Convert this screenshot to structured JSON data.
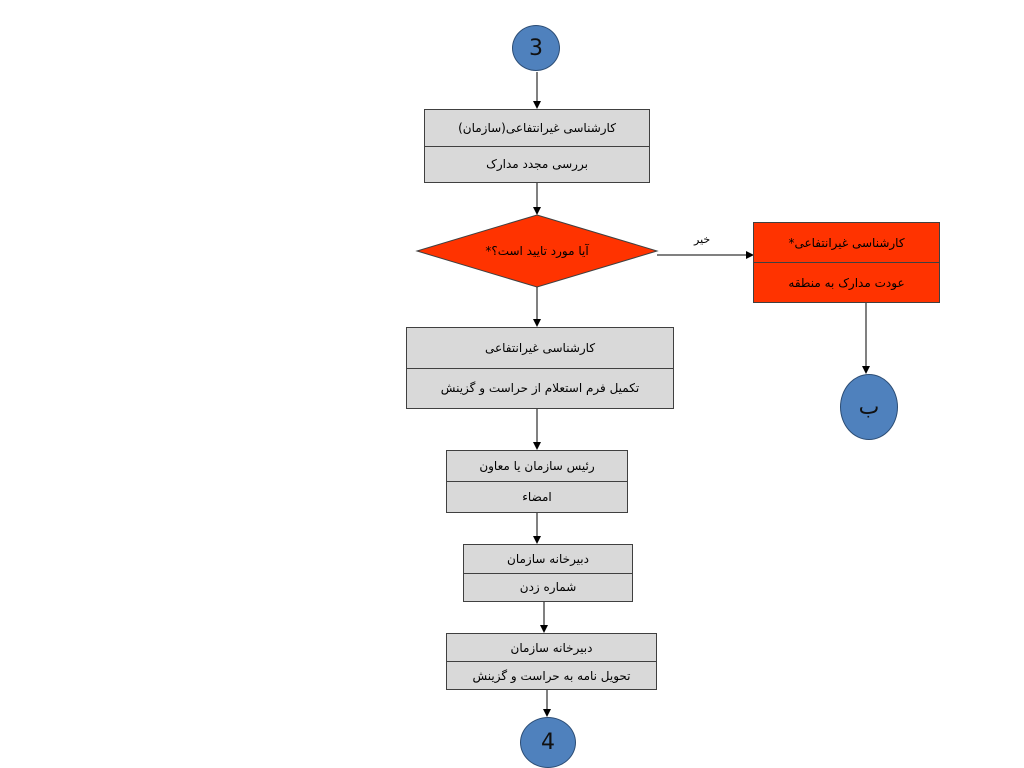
{
  "connectors": {
    "start": "3",
    "end": "4",
    "off_page": "ب"
  },
  "boxes": {
    "review": {
      "role": "کارشناسی غیرانتفاعی(سازمان)",
      "task": "بررسی مجدد مدارک"
    },
    "return_docs": {
      "role": "کارشناسی غیرانتفاعی*",
      "task": "عودت مدارک به منطقه"
    },
    "inquiry": {
      "role": "کارشناسی غیرانتفاعی",
      "task": "تکمیل فرم استعلام از حراست و گزینش"
    },
    "sign": {
      "role": "رئیس سازمان یا معاون",
      "task": "امضاء"
    },
    "number": {
      "role": "دبیرخانه سازمان",
      "task": "شماره زدن"
    },
    "deliver": {
      "role": "دبیرخانه سازمان",
      "task": "تحویل نامه به حراست و گزینش"
    }
  },
  "decision": {
    "question": "آیا مورد تایید است؟*",
    "no_label": "خیر"
  },
  "colors": {
    "connector_fill": "#4f81bd",
    "box_fill": "#d9d9d9",
    "highlight_fill": "#ff3300"
  }
}
